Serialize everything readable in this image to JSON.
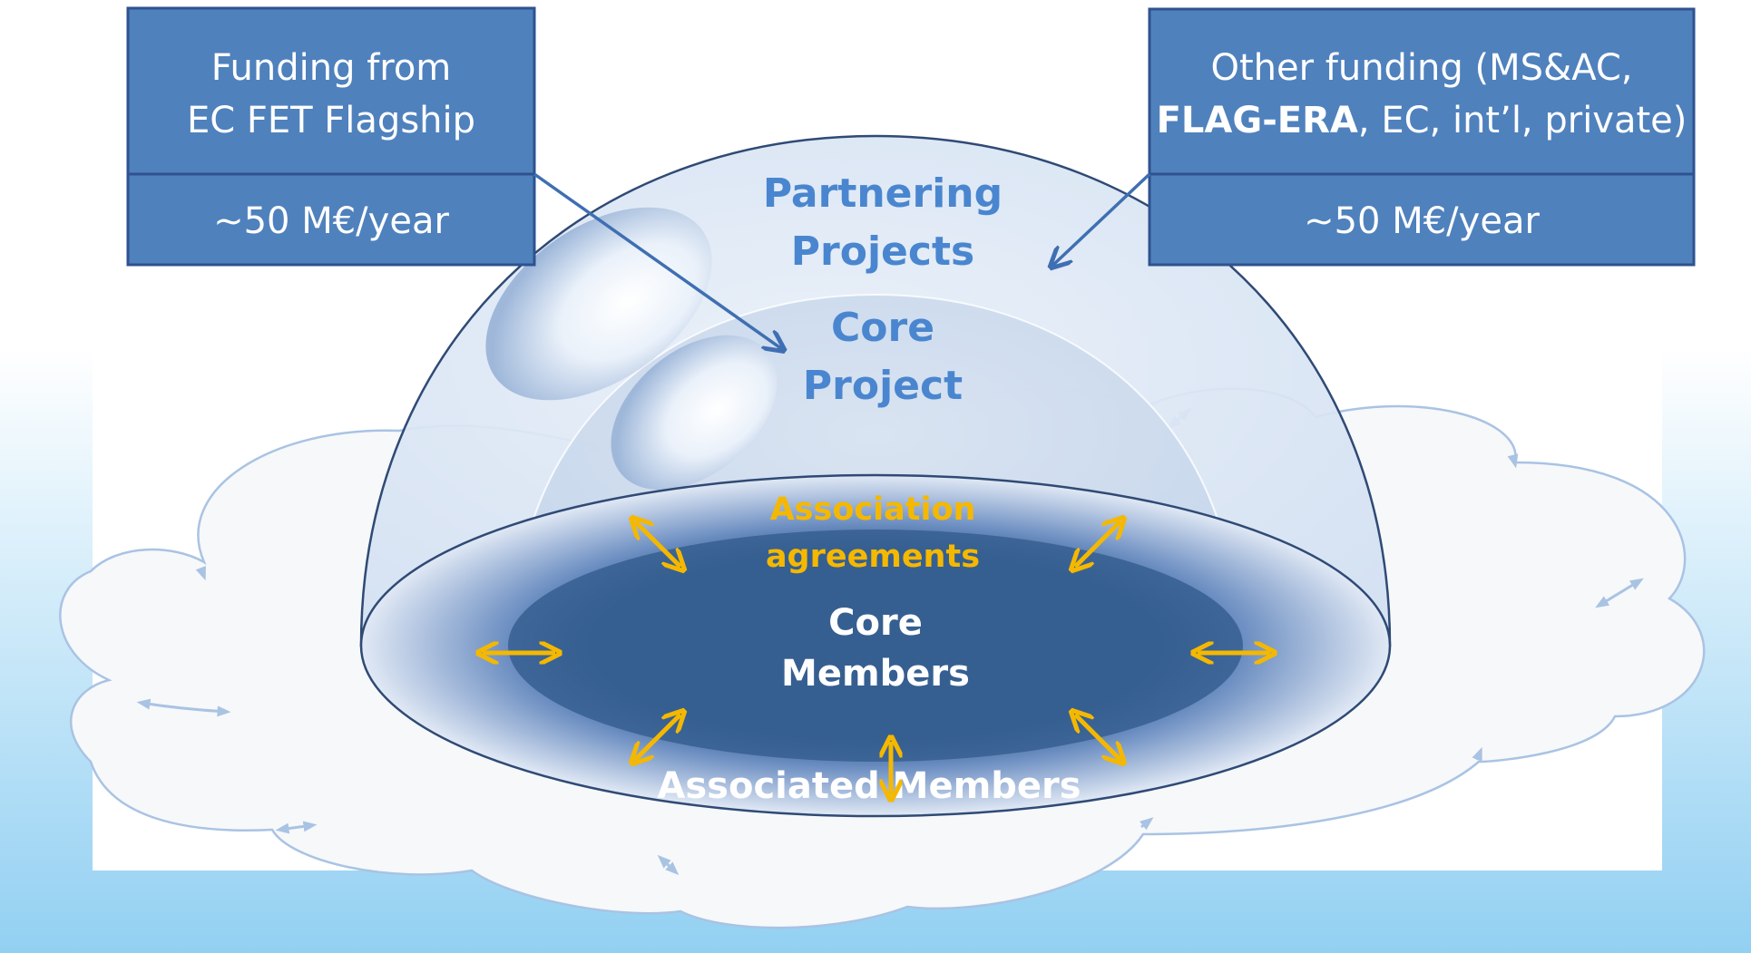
{
  "left_box": {
    "title_line1": "Funding from",
    "title_line2": "EC FET Flagship",
    "amount": "~50 M€/year"
  },
  "right_box": {
    "title_line1": "Other funding (MS&AC,",
    "title_line2_bold": "FLAG-ERA",
    "title_line2_rest": ", EC, int’l, private)",
    "amount": "~50 M€/year"
  },
  "dome": {
    "partnering_line1": "Partnering",
    "partnering_line2": "Projects",
    "core_project_line1": "Core",
    "core_project_line2": "Project"
  },
  "disc": {
    "agreements_line1": "Association",
    "agreements_line2": "agreements",
    "core_members_line1": "Core",
    "core_members_line2": "Members",
    "associated_members": "Associated Members"
  },
  "colors": {
    "box_fill": "#4f81bd",
    "box_border": "#2f528f",
    "dome_label": "#4a86cf",
    "agreement_arrows": "#f5b800",
    "core_disc": "#365f91",
    "sky_bottom": "#92d0f2"
  }
}
